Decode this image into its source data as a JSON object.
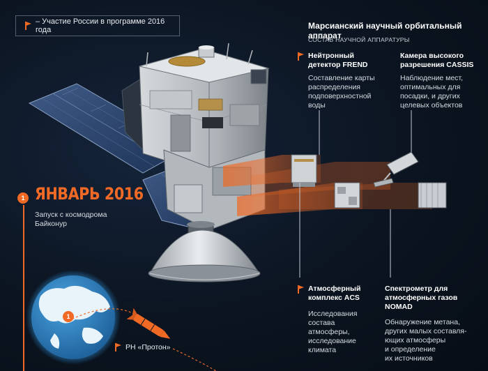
{
  "legend": {
    "text": "– Участие России в программе 2016 года",
    "icon": "flag-icon"
  },
  "header": {
    "title": "Марсианский научный орбитальный аппарат",
    "subtitle": "СОСТАВ НАУЧНОЙ АППАРАТУРЫ"
  },
  "instruments": [
    {
      "title": [
        "Нейтронный",
        "детектор FREND"
      ],
      "description": [
        "Составление карты",
        "распределения",
        "подповерхностной",
        "воды"
      ],
      "russian": true
    },
    {
      "title": [
        "Камера высокого",
        "разрешения CASSIS"
      ],
      "description": [
        "Наблюдение мест,",
        "оптимальных для",
        "посадки, и других",
        "целевых объектов"
      ],
      "russian": false
    },
    {
      "title": [
        "Атмосферный",
        "комплекс ACS"
      ],
      "description": [
        "Исследования",
        "состава",
        "атмосферы,",
        "исследование",
        "климата"
      ],
      "russian": true
    },
    {
      "title": [
        "Спектрометр для",
        "атмосферных газов",
        "NOMAD"
      ],
      "description": [
        "Обнаружение метана,",
        "других малых составля-",
        "ющих атмосферы",
        "и определение",
        "их источников"
      ],
      "russian": false
    }
  ],
  "timeline": {
    "step": "1",
    "date": "ЯНВАРЬ 2016",
    "event": [
      "Запуск с космодрома",
      "Байконур"
    ],
    "rocket": "РН «Протон»",
    "globe_badge": "1"
  },
  "colors": {
    "accent": "#f06a25",
    "background": "#0b1420",
    "text_secondary": "#d6dbe1"
  }
}
